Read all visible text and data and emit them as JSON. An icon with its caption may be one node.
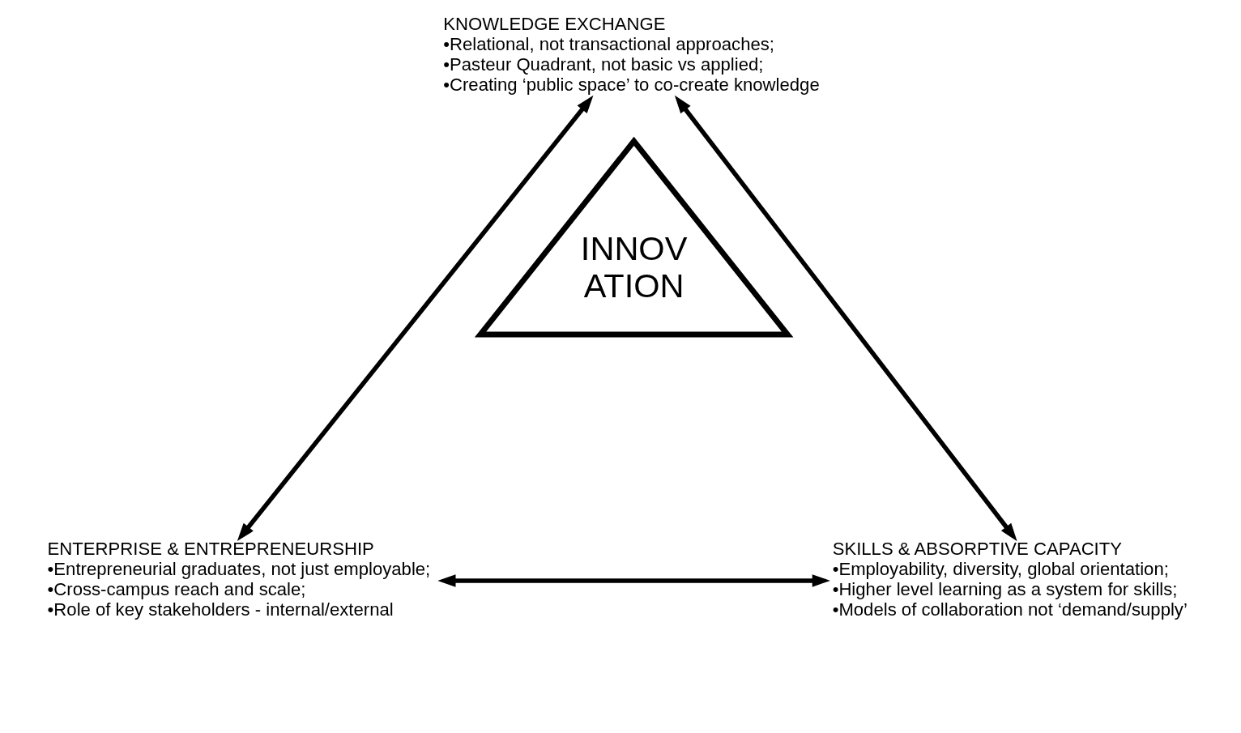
{
  "diagram": {
    "nodes": [
      {
        "text": [
          "KNOWLEDGE EXCHANGE",
          "•Relational, not transactional approaches;",
          "•Pasteur Quadrant, not basic vs applied;",
          "•Creating ‘public space’ to co-create knowledge"
        ]
      },
      {
        "text": [
          "INNOV ATION"
        ]
      },
      {
        "text": [
          "ENTERPRISE & ENTREPRENEURSHIP",
          "•Entrepreneurial graduates, not just employable;",
          "•Cross-campus reach and scale;",
          "•Role of key stakeholders - internal/external"
        ]
      },
      {
        "text": [
          "SKILLS & ABSORPTIVE CAPACITY",
          "•Employability, diversity, global orientation;",
          "•Higher level learning as a system for skills;",
          "•Models of collaboration not ‘demand/supply’"
        ]
      }
    ],
    "edges": [
      {
        "from": 2,
        "to": 0,
        "arrow": "both"
      },
      {
        "from": 0,
        "to": 3,
        "arrow": "both"
      },
      {
        "from": 2,
        "to": 3,
        "arrow": "both"
      }
    ]
  }
}
